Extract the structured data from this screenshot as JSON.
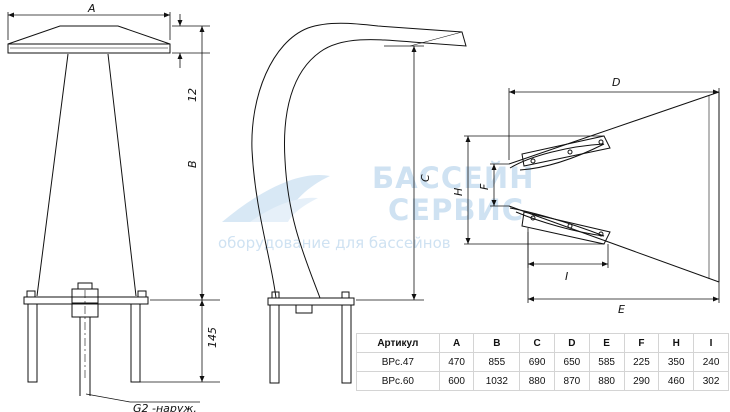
{
  "watermark": {
    "line1": "БАССЕЙН",
    "line2": "СЕРВИС",
    "line3": "оборудование для бассейнов"
  },
  "dimensions": {
    "A": "A",
    "B": "B",
    "C": "C",
    "D": "D",
    "E": "E",
    "F": "F",
    "H": "H",
    "I": "I",
    "v12": "12",
    "v145": "145",
    "thread": "G2 -наруж."
  },
  "table": {
    "headers": [
      "Артикул",
      "A",
      "B",
      "C",
      "D",
      "E",
      "F",
      "H",
      "I"
    ],
    "rows": [
      [
        "BPc.47",
        "470",
        "855",
        "690",
        "650",
        "585",
        "225",
        "350",
        "240"
      ],
      [
        "BPc.60",
        "600",
        "1032",
        "880",
        "870",
        "880",
        "290",
        "460",
        "302"
      ]
    ]
  },
  "colors": {
    "line": "#111111",
    "watermark": "#cfe2f2",
    "grid": "#d4d4d4"
  }
}
